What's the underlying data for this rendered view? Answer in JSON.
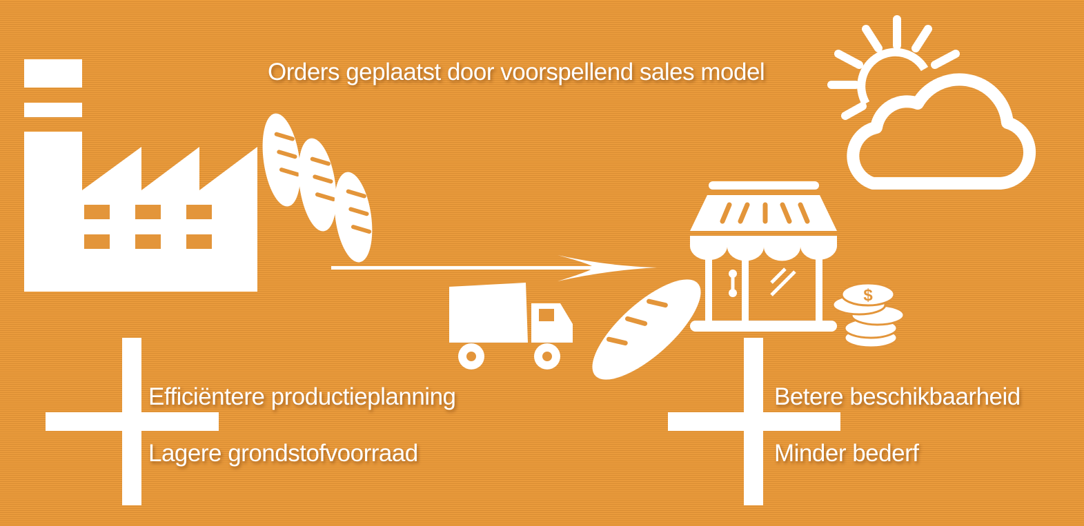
{
  "title": "Orders geplaatst door voorspellend sales model",
  "left_benefits": [
    "Efficiëntere productieplanning",
    "Lagere grondstofvoorraad"
  ],
  "right_benefits": [
    "Betere beschikbaarheid",
    "Minder bederf"
  ],
  "icons": [
    "factory-icon",
    "bread-icon",
    "truck-icon",
    "arrow-icon",
    "store-icon",
    "coins-icon",
    "sun-cloud-icon",
    "plus-icon"
  ],
  "colors": {
    "background": "#ea9b3c",
    "foreground": "#ffffff"
  }
}
